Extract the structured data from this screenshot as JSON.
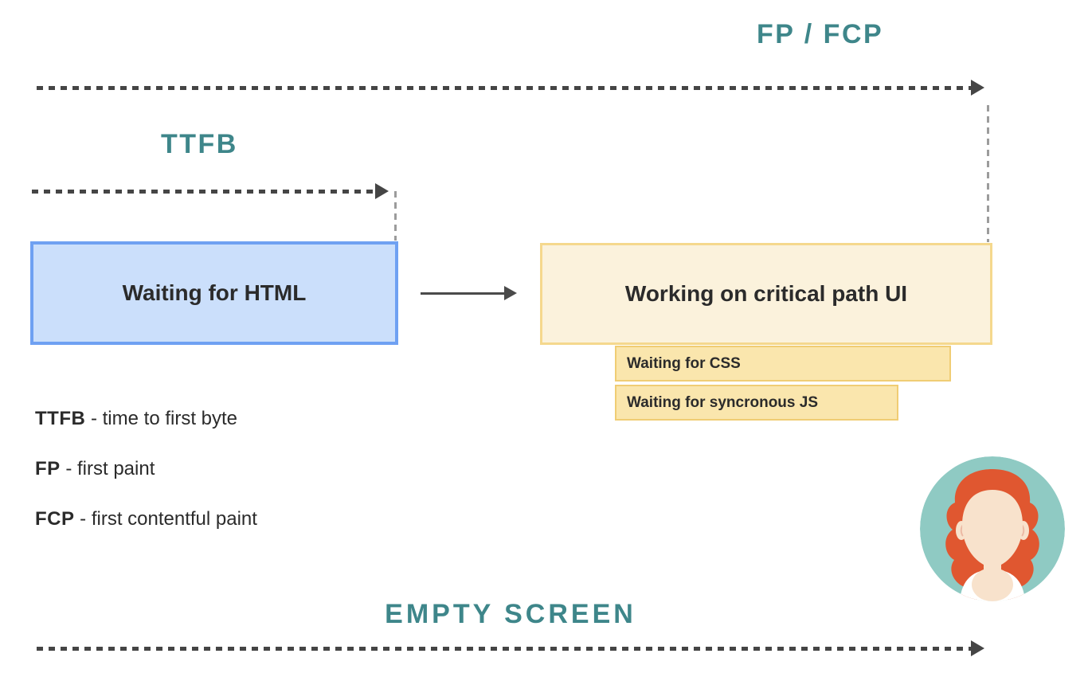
{
  "headings": {
    "fp_fcp": "FP / FCP",
    "ttfb": "TTFB",
    "empty_screen": "EMPTY SCREEN"
  },
  "boxes": {
    "waiting_html": {
      "label": "Waiting for HTML"
    },
    "critical_path": {
      "label": "Working on critical path UI"
    },
    "waiting_css": {
      "label": "Waiting for CSS"
    },
    "waiting_js": {
      "label": "Waiting for syncronous JS"
    }
  },
  "legend": [
    {
      "term": "TTFB",
      "definition": " - time to first byte"
    },
    {
      "term": "FP",
      "definition": " - first paint"
    },
    {
      "term": "FCP",
      "definition": " - first contentful paint"
    }
  ],
  "icons": {
    "avatar": "woman-avatar-icon"
  },
  "colors": {
    "teal_heading": "#3E868A",
    "dash_dark": "#454545",
    "dash_gray": "#9C9C9C",
    "blue_fill": "#CBDFFB",
    "blue_border": "#6FA1F2",
    "cream_fill": "#FBF2DC",
    "cream_border": "#F5D88D",
    "amber_fill": "#FAE6AD",
    "amber_border": "#F0CD74",
    "text_dark": "#2B2B2B",
    "avatar_bg": "#8FCAC3",
    "avatar_hair": "#E05730",
    "avatar_skin": "#F8E2CC",
    "avatar_shirt": "#FFFFFF"
  }
}
